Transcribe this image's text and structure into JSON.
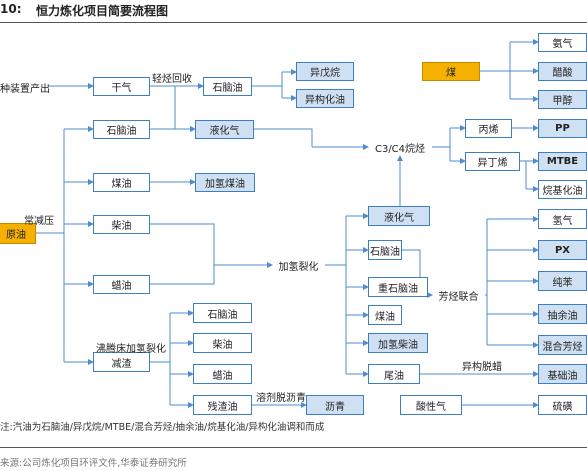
{
  "header": {
    "figure_label": "10:",
    "title": "恒力炼化项目简要流程图"
  },
  "nodes": {
    "crude": "原油",
    "upstream_unit": "种装置产出",
    "dry_gas": "干气",
    "naphtha_top": "石脑油",
    "isopentane": "异戊烷",
    "isomerized_oil": "异构化油",
    "coal": "煤",
    "ammonia_top": "氨气",
    "acetic_acid": "醋酸",
    "methanol": "甲醇",
    "naphtha_mid": "石脑油",
    "lpg_mid": "液化气",
    "c3c4": "C3/C4烷烃",
    "propylene": "丙烯",
    "pp": "PP",
    "isobutylene": "异丁烯",
    "mtbe": "MTBE",
    "alkylate": "烷基化油",
    "coal_oil": "煤油",
    "hydro_coal_oil": "加氢煤油",
    "diesel": "柴油",
    "wax": "蜡油",
    "hydrocracking": "加氢裂化",
    "lpg_hc": "液化气",
    "naphtha_hc": "石脑油",
    "heavy_naphtha": "重石脑油",
    "aromatics": "芳烃联合",
    "kerosene_hc": "煤油",
    "hydro_diesel": "加氢柴油",
    "tail_oil": "尾油",
    "isodewax": "异构脱蜡",
    "hydrogen": "氢气",
    "px": "PX",
    "benzene": "纯苯",
    "raffinate": "抽余油",
    "mixed_aromatics": "混合芳烃",
    "base_oil": "基础油",
    "residue": "减渣",
    "ebullated_bed": "沸腾床加氢裂化",
    "naphtha_eb": "石脑油",
    "diesel_eb": "柴油",
    "wax_eb": "蜡油",
    "residue_oil": "残渣油",
    "solvent_deasphalt": "溶剂脱沥青",
    "asphalt": "沥青",
    "acid_gas": "酸性气",
    "sulfur": "硫磺"
  },
  "edge_labels": {
    "light_recovery": "轻烃回收",
    "atm_vac": "常减压"
  },
  "footnote": "注:汽油为石脑油/异戊烷/MTBE/混合芳烃/抽余油/烷基化油/异构化油调和而成",
  "source": "来源:公司炼化项目环评文件,华泰证券研究所",
  "colors": {
    "line": "#4f8ccd",
    "box_border": "#3d7fc1",
    "product_fill": "#cfe0f3",
    "feed_fill": "#f6b000"
  }
}
